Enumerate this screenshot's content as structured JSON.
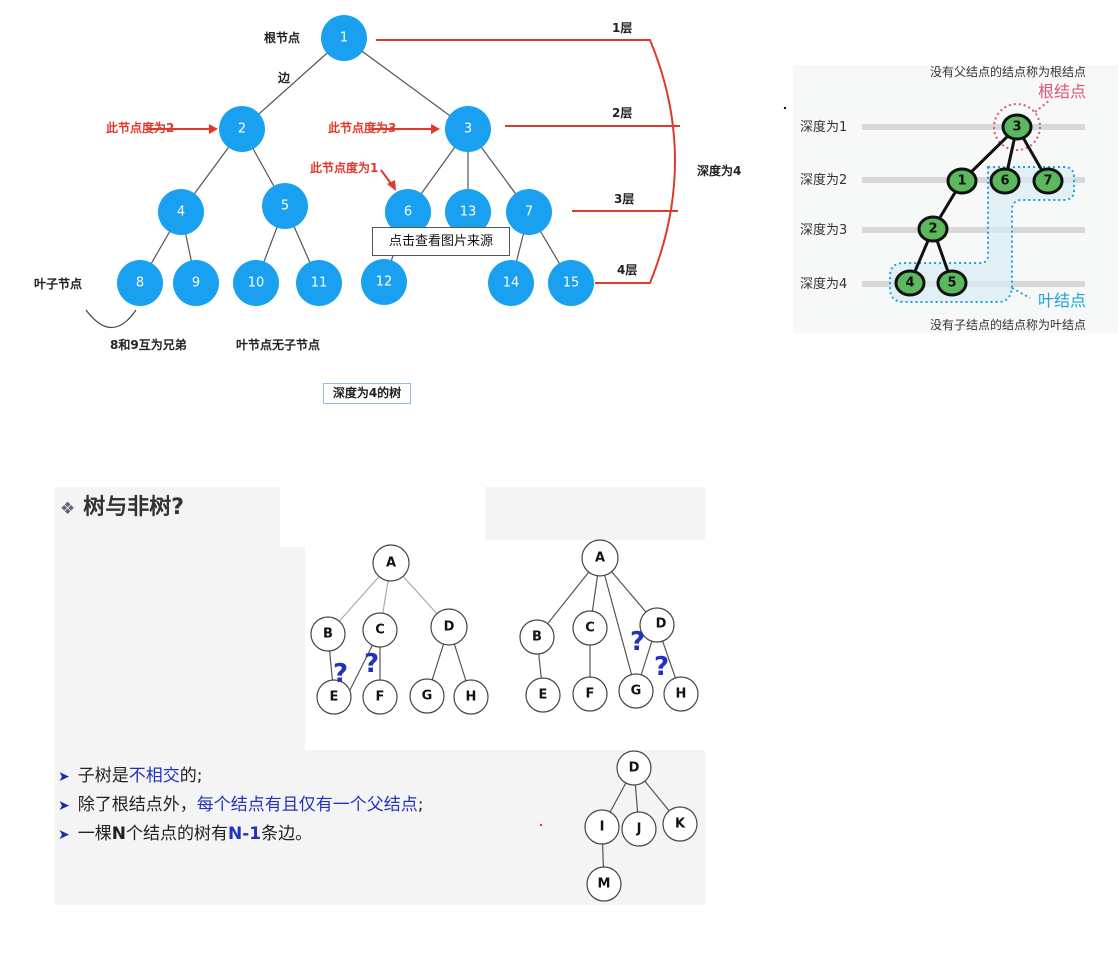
{
  "top_tree": {
    "nodes": [
      "1",
      "2",
      "3",
      "4",
      "5",
      "6",
      "13",
      "7",
      "8",
      "9",
      "10",
      "11",
      "12",
      "14",
      "15"
    ],
    "root_label": "根节点",
    "edge_label": "边",
    "degree2_label": "此节点度为2",
    "degree3_label": "此节点度为3",
    "degree1_label": "此节点度为1",
    "leaf_label": "叶子节点",
    "sibling_label": "8和9互为兄弟",
    "leaf_no_child_label": "叶节点无子节点",
    "levels": [
      "1层",
      "2层",
      "3层",
      "4层"
    ],
    "depth_label": "深度为4",
    "tooltip": "点击查看图片来源",
    "caption": "深度为4的树"
  },
  "right_tree": {
    "top_text": "没有父结点的结点称为根结点",
    "root_title": "根结点",
    "depths": [
      "深度为1",
      "深度为2",
      "深度为3",
      "深度为4"
    ],
    "nodes": [
      "3",
      "1",
      "6",
      "7",
      "2",
      "4",
      "5"
    ],
    "leaf_title": "叶结点",
    "bottom_text": "没有子结点的结点称为叶结点",
    "colors": {
      "root": "#e05577",
      "leaf": "#1ba3d8",
      "node": "#5cb85c"
    }
  },
  "bottom": {
    "title": "树与非树?",
    "tree1": [
      "A",
      "B",
      "C",
      "D",
      "E",
      "F",
      "G",
      "H"
    ],
    "tree2": [
      "A",
      "B",
      "C",
      "D",
      "E",
      "F",
      "G",
      "H"
    ],
    "tree3": [
      "D",
      "I",
      "J",
      "K",
      "M"
    ],
    "question": "?",
    "bullets": [
      {
        "a": "子树是",
        "b": "不相交",
        "c": "的;"
      },
      {
        "a": "除了根结点外，",
        "b": "每个结点有且仅有一个父结点",
        "c": ";"
      },
      {
        "a": "一棵",
        "b": "N",
        "c": "个结点的树有",
        "d": "N-1",
        "e": "条边。"
      }
    ]
  }
}
